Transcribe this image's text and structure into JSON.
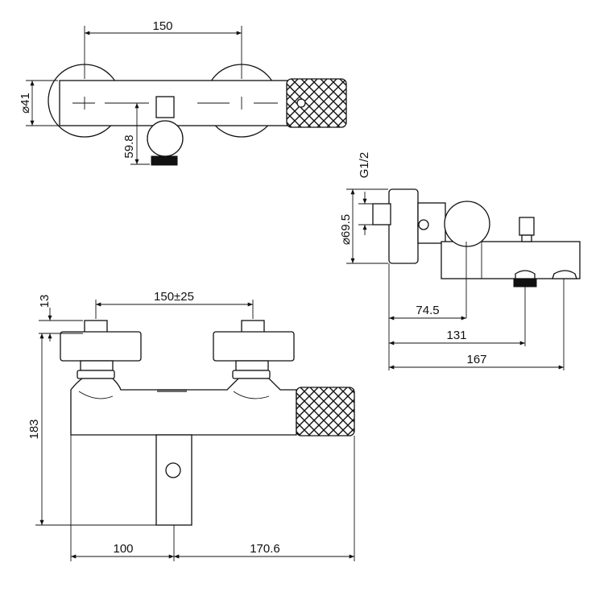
{
  "labels": {
    "top_width": "150",
    "top_dia": "⌀41",
    "top_outlet": "59.8",
    "side_thread": "G1/2",
    "side_dia": "⌀69.5",
    "side_d1": "74.5",
    "side_d2": "131",
    "side_d3": "167",
    "front_h1": "13",
    "front_spacing": "150±25",
    "front_height": "183",
    "front_left": "100",
    "front_right": "170.6"
  },
  "colors": {
    "line": "#111111",
    "background": "#ffffff"
  }
}
